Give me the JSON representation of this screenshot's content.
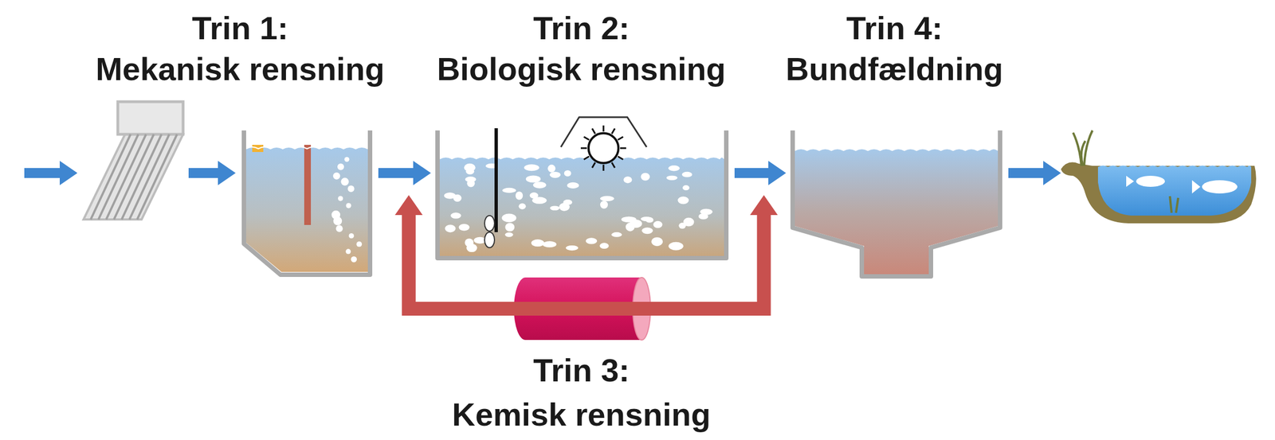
{
  "diagram": {
    "nodes": [
      {
        "text": [
          "Trin 1:",
          "Mekanisk rensning"
        ]
      },
      {
        "text": [
          "Trin 2:",
          "Biologisk rensning"
        ]
      },
      {
        "text": [
          "Trin 3:",
          "Kemisk rensning"
        ]
      },
      {
        "text": [
          "Trin 4:",
          "Bundfældning"
        ]
      }
    ],
    "edges": [
      {
        "from": 0,
        "to": 1,
        "arrow": "to"
      },
      {
        "from": 1,
        "to": 3,
        "arrow": "to"
      },
      {
        "from": 2,
        "to": 1,
        "arrow": "to"
      },
      {
        "from": 2,
        "to": 3,
        "arrow": "to"
      }
    ]
  }
}
